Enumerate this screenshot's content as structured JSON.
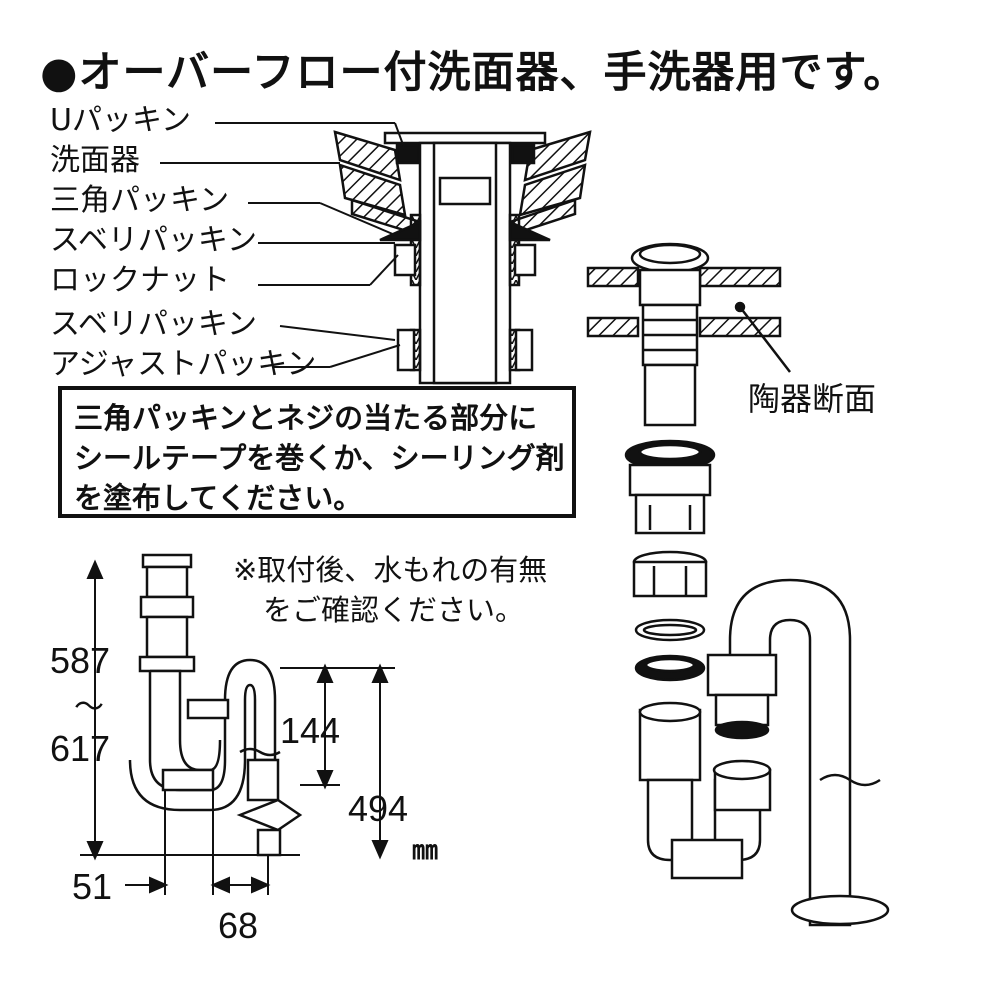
{
  "title": "●オーバーフロー付洗面器、手洗器用です。",
  "part_labels": [
    "Uパッキン",
    "洗面器",
    "三角パッキン",
    "スベリパッキン",
    "ロックナット",
    "スベリパッキン",
    "アジャストパッキン"
  ],
  "note_lines": [
    "三角パッキンとネジの当たる部分に",
    "シールテープを巻くか、シーリング剤",
    "を塗布してください。"
  ],
  "confirm_lines": [
    "※取付後、水もれの有無",
    "をご確認ください。"
  ],
  "ceramic_section_label": "陶器断面",
  "dimensions": {
    "height_max": "587",
    "height_tilde": "～",
    "height_min": "617",
    "trap_depth": "144",
    "outlet_height": "494",
    "unit": "㎜",
    "offset_left": "51",
    "offset_right": "68"
  }
}
